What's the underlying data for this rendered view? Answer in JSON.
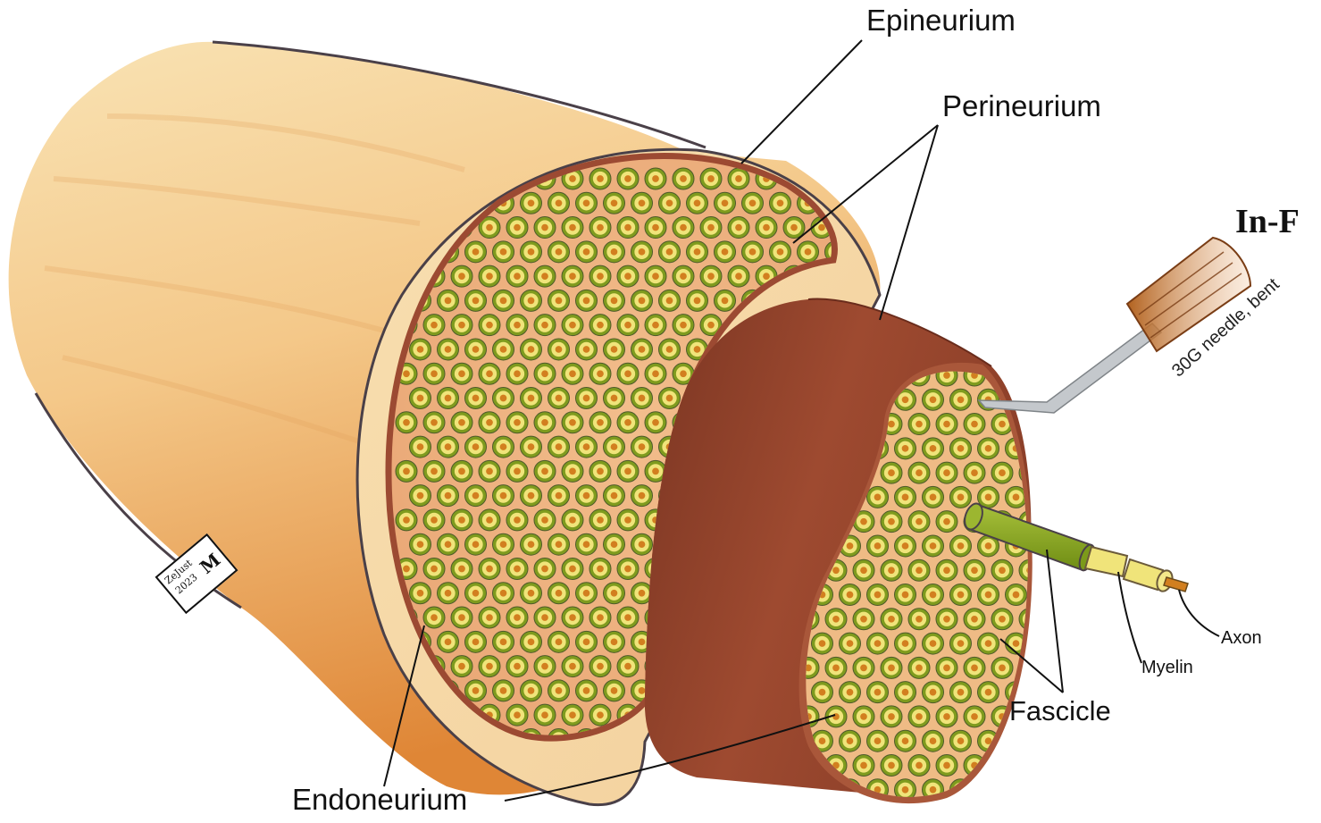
{
  "title": "In-F",
  "labels": {
    "epineurium": "Epineurium",
    "perineurium": "Perineurium",
    "endoneurium": "Endoneurium",
    "fascicle": "Fascicle",
    "myelin": "Myelin",
    "axon": "Axon",
    "needle": "30G needle, bent"
  },
  "signature": {
    "name": "ZeJust",
    "year": "2023",
    "initial": "M"
  },
  "colors": {
    "epineurium_light": "#f7d9a0",
    "epineurium_dark": "#e08a3c",
    "perineurium": "#9c4a32",
    "endoneurium": "#f0b47e",
    "fiber_ring": "#7f9b1e",
    "myelin": "#f0e47a",
    "axon": "#d27f1f",
    "needle_hub": "#c8762f",
    "needle_shaft": "#c4c8cc",
    "outline": "#4a4048"
  }
}
